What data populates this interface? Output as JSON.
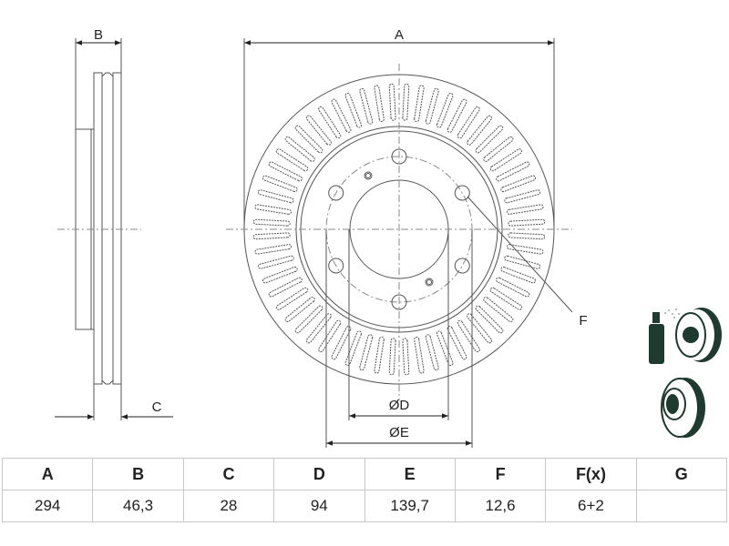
{
  "labels": {
    "A": "A",
    "B": "B",
    "C": "C",
    "D": "ØD",
    "E": "ØE",
    "F": "F"
  },
  "table": {
    "headers": [
      "A",
      "B",
      "C",
      "D",
      "E",
      "F",
      "F(x)",
      "G"
    ],
    "values": [
      "294",
      "46,3",
      "28",
      "94",
      "139,7",
      "12,6",
      "6+2",
      ""
    ]
  },
  "colors": {
    "line": "#555555",
    "icon": "#1f3a2e"
  }
}
